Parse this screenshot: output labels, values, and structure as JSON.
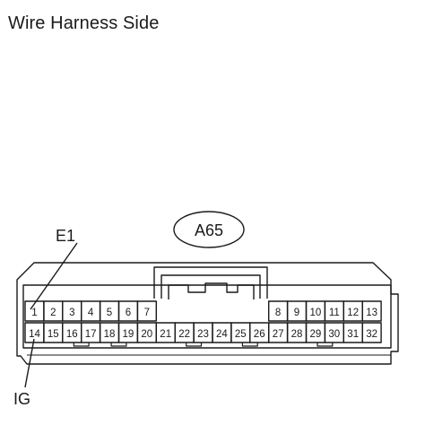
{
  "title": "Wire Harness Side",
  "connector_label": "A65",
  "callouts": {
    "top_pin": "E1",
    "bottom_pin": "IG"
  },
  "pins": {
    "row1_left": [
      "1",
      "2",
      "3",
      "4",
      "5",
      "6",
      "7"
    ],
    "row1_right": [
      "8",
      "9",
      "10",
      "11",
      "12",
      "13"
    ],
    "row2": [
      "14",
      "15",
      "16",
      "17",
      "18",
      "19",
      "20",
      "21",
      "22",
      "23",
      "24",
      "25",
      "26",
      "27",
      "28",
      "29",
      "30",
      "31",
      "32"
    ]
  }
}
